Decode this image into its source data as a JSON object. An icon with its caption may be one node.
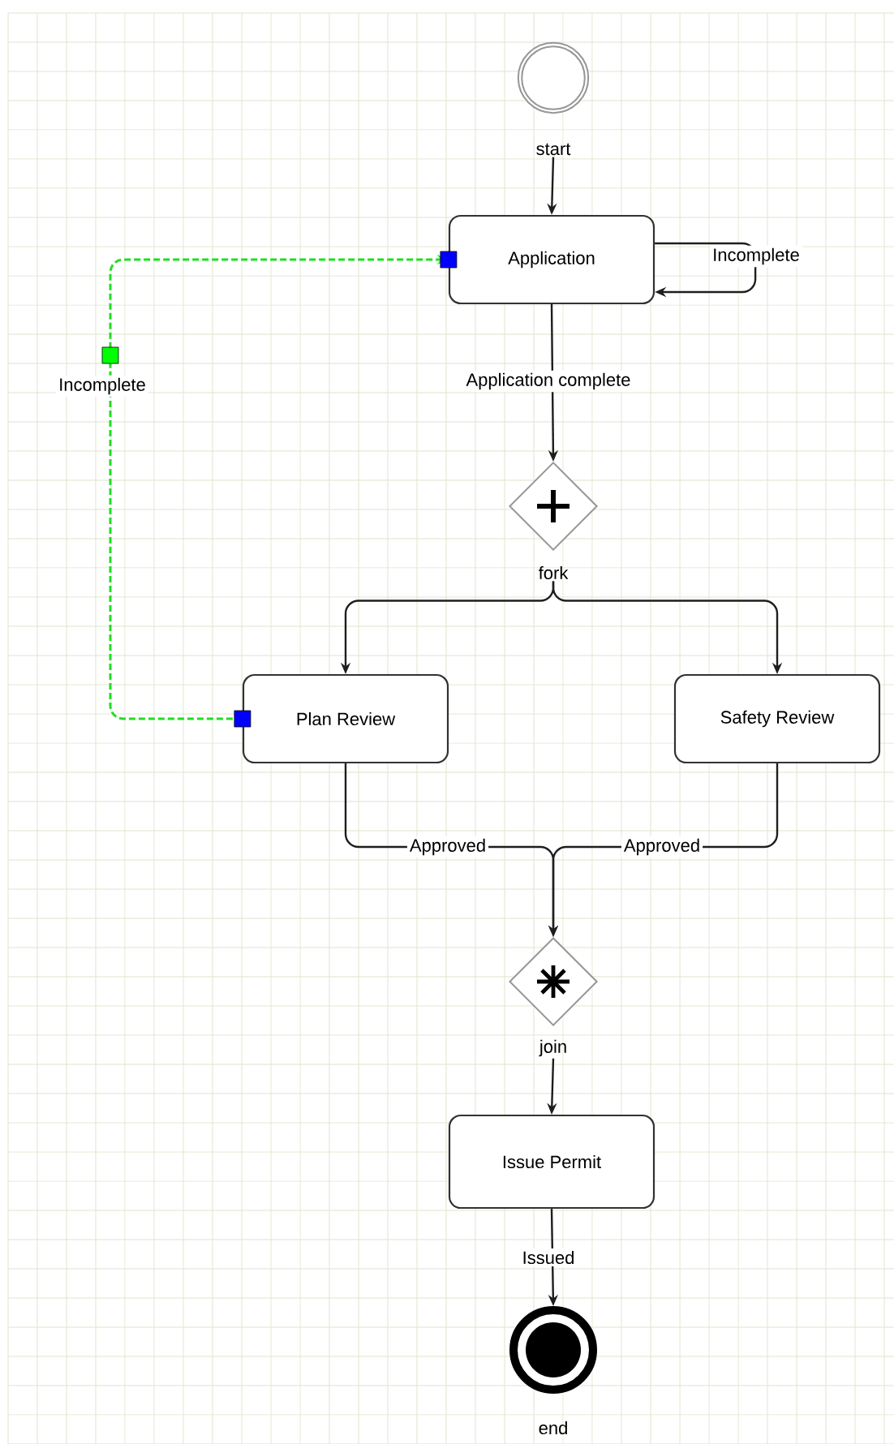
{
  "diagram": {
    "nodes": [
      {
        "text": [],
        "shape": "circle",
        "beside": [
          "start"
        ]
      },
      {
        "text": [
          "Application"
        ]
      },
      {
        "text": [],
        "shape": "diamond",
        "beside": [
          "fork"
        ]
      },
      {
        "text": [
          "Plan Review"
        ]
      },
      {
        "text": [
          "Safety Review"
        ]
      },
      {
        "text": [],
        "shape": "diamond",
        "beside": [
          "join"
        ]
      },
      {
        "text": [
          "Issue Permit"
        ]
      },
      {
        "text": [],
        "shape": "circle",
        "beside": [
          "end"
        ]
      }
    ],
    "edges": [
      {
        "from": 0,
        "to": 1,
        "arrow": "to"
      },
      {
        "from": 1,
        "to": 1,
        "arrow": "to",
        "label": "Incomplete"
      },
      {
        "from": 1,
        "to": 2,
        "arrow": "to",
        "label": "Application complete"
      },
      {
        "from": 2,
        "to": 3,
        "arrow": "to"
      },
      {
        "from": 2,
        "to": 4,
        "arrow": "to"
      },
      {
        "from": 3,
        "to": 5,
        "arrow": "to",
        "label": "Approved"
      },
      {
        "from": 4,
        "to": 5,
        "arrow": "to",
        "label": "Approved"
      },
      {
        "from": 3,
        "to": 1,
        "arrow": "to",
        "label": "Incomplete",
        "style": "dashed",
        "color": "#22dd22"
      },
      {
        "from": 5,
        "to": 6,
        "arrow": "to"
      },
      {
        "from": 6,
        "to": 7,
        "arrow": "to",
        "label": "Issued"
      }
    ]
  }
}
